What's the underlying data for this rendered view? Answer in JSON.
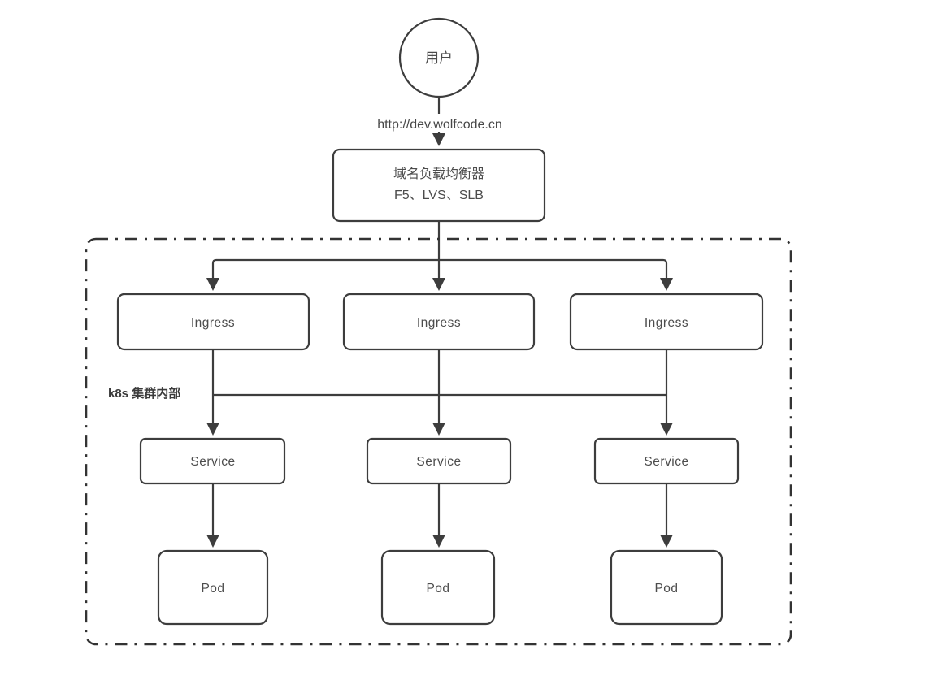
{
  "diagram": {
    "user": {
      "label": "用户"
    },
    "request_url": {
      "label": "http://dev.wolfcode.cn"
    },
    "load_balancer": {
      "title": "域名负载均衡器",
      "subtitle": "F5、LVS、SLB"
    },
    "cluster": {
      "label": "k8s 集群内部"
    },
    "ingress_nodes": [
      {
        "label": "Ingress"
      },
      {
        "label": "Ingress"
      },
      {
        "label": "Ingress"
      }
    ],
    "service_nodes": [
      {
        "label": "Service"
      },
      {
        "label": "Service"
      },
      {
        "label": "Service"
      }
    ],
    "pod_nodes": [
      {
        "label": "Pod"
      },
      {
        "label": "Pod"
      },
      {
        "label": "Pod"
      }
    ],
    "colors": {
      "stroke": "#3d3d3d",
      "text": "#4c4c4c",
      "background": "#ffffff"
    }
  }
}
